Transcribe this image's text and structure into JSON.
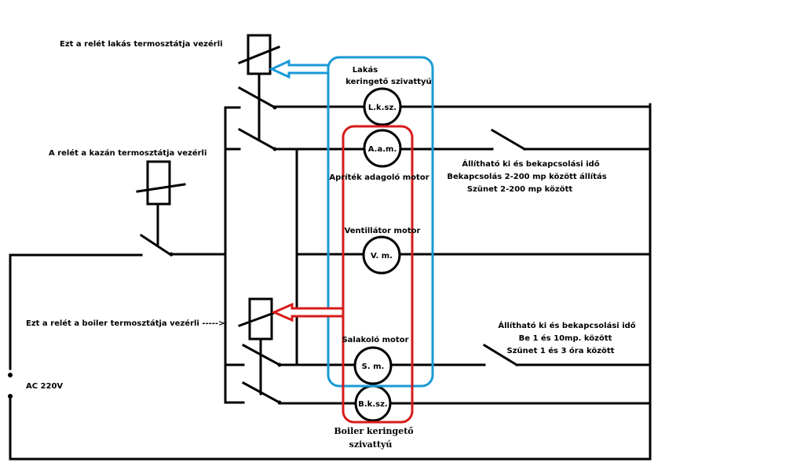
{
  "labels": {
    "relay_lakas": "Ezt a relét lakás termosztátja  vezérli",
    "relay_kazan": "A relét a kazán termosztátja vezérli",
    "relay_boiler": "Ezt a relét a boiler termosztátja vezérli ----->",
    "ac": "AC 220V",
    "lakas_pump_line1": "Lakás",
    "lakas_pump_line2": "keringető szivattyú",
    "pellet_motor": "Apríték adagoló motor",
    "fan_motor": "Ventillátor motor",
    "slag_motor": "Salakoló motor",
    "boiler_pump_line1": "Boiler keringető",
    "boiler_pump_line2": "szivattyú",
    "timer1_line1": "Állítható ki és bekapcsolási idő",
    "timer1_line2": "Bekapcsolás 2-200 mp között állítás",
    "timer1_line3": "Szünet 2-200 mp között",
    "timer2_line1": "Állítható ki és bekapcsolási idő",
    "timer2_line2": "Be 1 és 10mp. között",
    "timer2_line3": "Szünet 1 és 3 óra között"
  },
  "motors": {
    "lks": "L.k.sz.",
    "aam": "A.a.m.",
    "vm": "V. m.",
    "sm": "S. m.",
    "bks": "B.k.sz."
  },
  "colors": {
    "wire": "#000000",
    "blue_group": "#1a9ad6",
    "red_group": "#d91a1a"
  }
}
